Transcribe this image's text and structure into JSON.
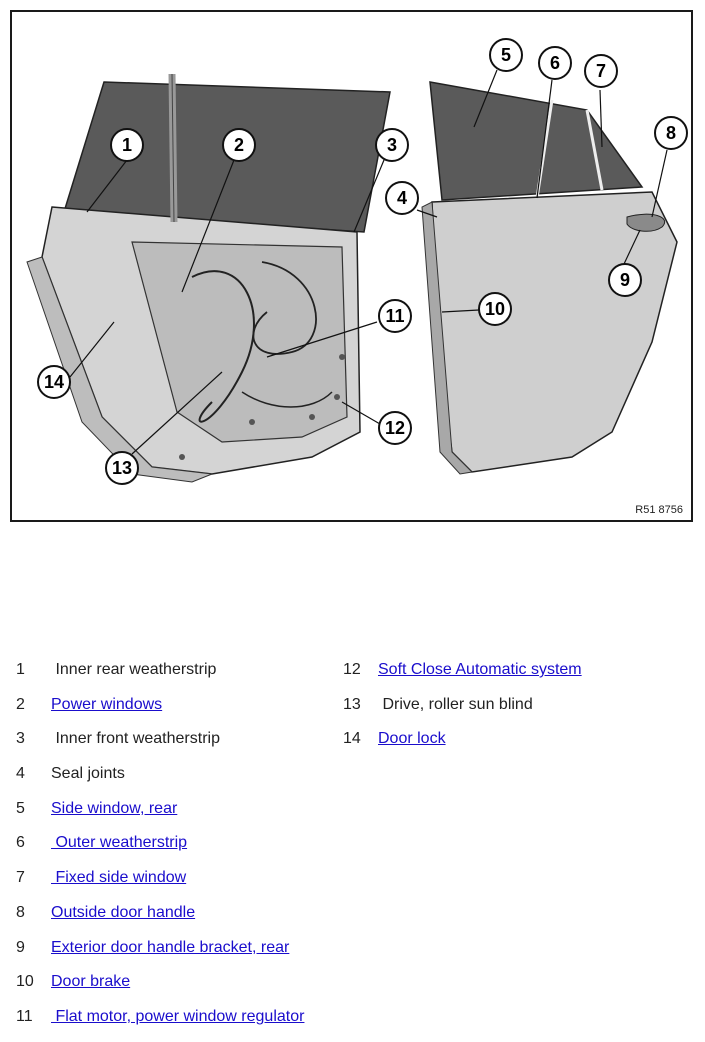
{
  "figure": {
    "code": "R51 8756",
    "callouts": [
      "1",
      "2",
      "3",
      "4",
      "5",
      "6",
      "7",
      "8",
      "9",
      "10",
      "11",
      "12",
      "13",
      "14"
    ]
  },
  "legend": {
    "left": [
      {
        "num": "1",
        "label": " Inner rear weatherstrip",
        "link": false
      },
      {
        "num": "2",
        "label": "Power windows",
        "link": true
      },
      {
        "num": "3",
        "label": " Inner front weatherstrip",
        "link": false
      },
      {
        "num": "4",
        "label": "Seal joints",
        "link": false
      },
      {
        "num": "5",
        "label": "Side window, rear",
        "link": true
      },
      {
        "num": "6",
        "label": " Outer weatherstrip",
        "link": true
      },
      {
        "num": "7",
        "label": " Fixed side window",
        "link": true
      },
      {
        "num": "8",
        "label": "Outside door handle",
        "link": true
      },
      {
        "num": "9",
        "label": "Exterior door handle bracket, rear",
        "link": true
      },
      {
        "num": "10",
        "label": "Door brake",
        "link": true
      },
      {
        "num": "11",
        "label": " Flat motor, power window regulator",
        "link": true
      }
    ],
    "right": [
      {
        "num": "12",
        "label": "Soft Close Automatic system",
        "link": true
      },
      {
        "num": "13",
        "label": " Drive, roller sun blind",
        "link": false
      },
      {
        "num": "14",
        "label": "Door lock",
        "link": true
      }
    ]
  },
  "colors": {
    "link": "#1a0dcc",
    "glass": "#555555",
    "panel": "#c8c8c8",
    "outline": "#1a1a1a"
  }
}
